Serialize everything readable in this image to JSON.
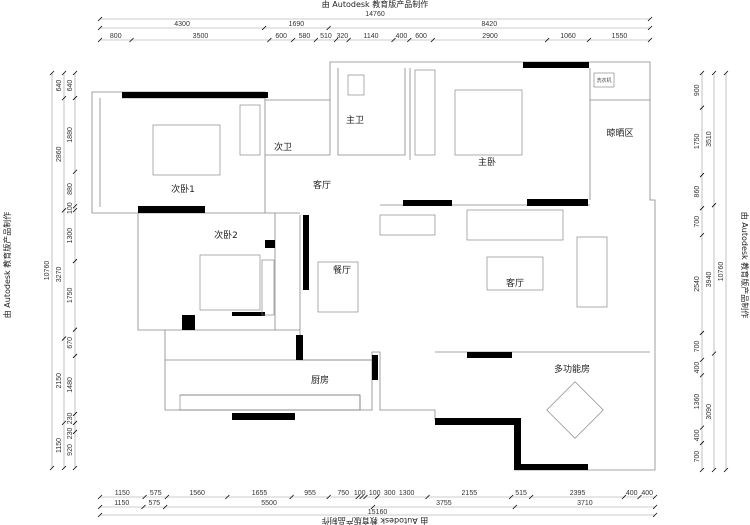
{
  "watermark": "由 Autodesk 教育版产品制作",
  "dimensions": {
    "top": [
      [
        14760
      ],
      [
        4300,
        1690,
        8420
      ],
      [
        800,
        3500,
        600,
        580,
        510,
        320,
        1140,
        400,
        600,
        2900,
        1060,
        1550
      ]
    ],
    "bottom": [
      [
        1150,
        575,
        1560,
        1655,
        955,
        750,
        100,
        100,
        300,
        1300,
        2155,
        515,
        2395,
        400,
        400
      ],
      [
        1150,
        575,
        5500,
        3755,
        3710
      ],
      [
        15160
      ]
    ],
    "left": [
      [
        10760
      ],
      [
        640,
        2860,
        3270,
        2150,
        1150
      ],
      [
        640,
        1880,
        880,
        100,
        1300,
        1750,
        670,
        1480,
        230,
        230,
        920
      ]
    ],
    "right": [
      [
        900,
        1750,
        860,
        700,
        2540,
        700,
        400,
        1360,
        400,
        700
      ],
      [
        3510,
        3940,
        3090
      ],
      [
        10760
      ]
    ]
  },
  "rooms": {
    "bedroom2_1": "次卧1",
    "second_bath": "次卫",
    "living_top": "客厅",
    "master_bath": "主卫",
    "master_bedroom": "主卧",
    "drying_area": "晾晒区",
    "bedroom2_2": "次卧2",
    "dining": "餐厅",
    "living": "客厅",
    "kitchen": "厨房",
    "multi_room": "多功能房",
    "washer": "洗衣机"
  },
  "colors": {
    "wall_fill": "#000000",
    "line": "#888888"
  }
}
